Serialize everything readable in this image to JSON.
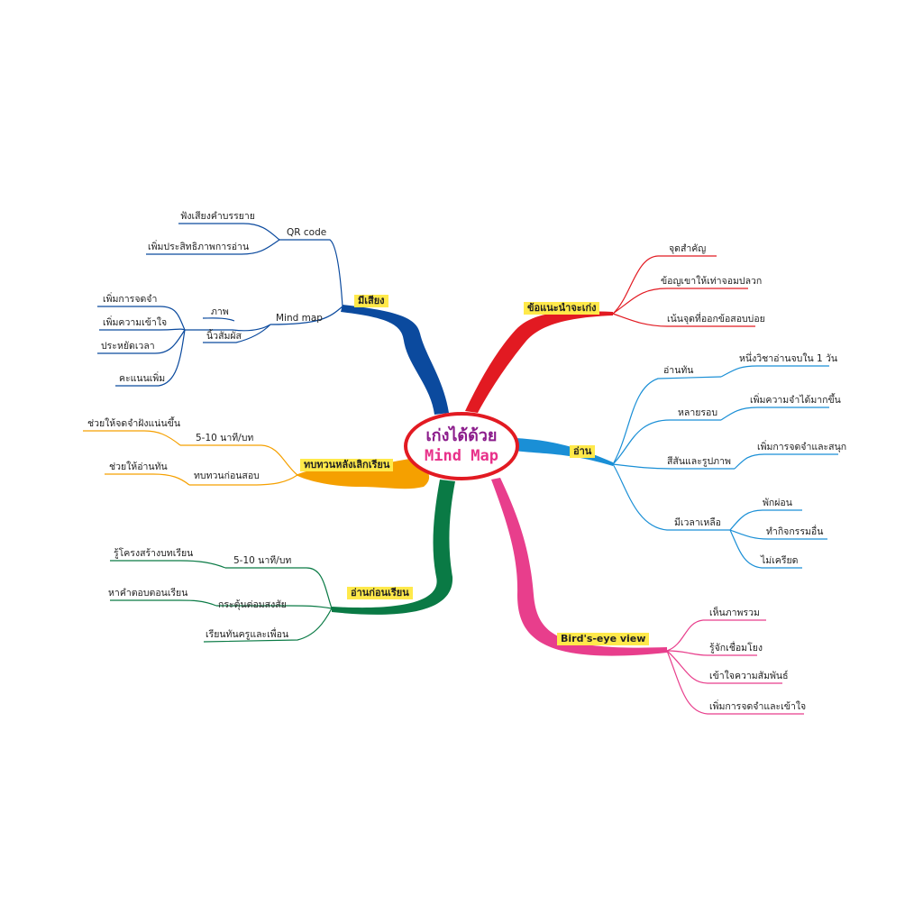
{
  "center": {
    "line1": "เก่งได้ด้วย",
    "line2": "Mind Map"
  },
  "colors": {
    "blue": "#0b4a9e",
    "red": "#e21a22",
    "lightblue": "#1a8fd6",
    "pink": "#e83e8c",
    "green": "#0a7a45",
    "orange": "#f5a000",
    "highlight": "#ffe94a"
  },
  "branches": {
    "blue": {
      "label": "มีเสียง",
      "qr": {
        "label": "QR code",
        "children": [
          "ฟังเสียงคำบรรยาย",
          "เพิ่มประสิทธิภาพการอ่าน"
        ]
      },
      "mindmap": {
        "label": "Mind map",
        "pic": {
          "label": "ภาพ"
        },
        "touch": {
          "label": "นิ้วสัมผัส"
        },
        "children": [
          "เพิ่มการจดจำ",
          "เพิ่มความเข้าใจ",
          "ประหยัดเวลา",
          "คะแนนเพิ่ม"
        ]
      }
    },
    "red": {
      "label": "ข้อแนะนำจะเก่ง",
      "children": [
        "จุดสำคัญ",
        "ข้อญเขาให้เท่าจอมปลวก",
        "เน้นจุดที่ออกข้อสอบบ่อย"
      ]
    },
    "lightblue": {
      "label": "อ่าน",
      "subs": [
        {
          "label": "อ่านทัน",
          "children": [
            "หนึ่งวิชาอ่านจบใน 1 วัน"
          ]
        },
        {
          "label": "หลายรอบ",
          "children": [
            "เพิ่มความจำได้มากขึ้น"
          ]
        },
        {
          "label": "สีสันและรูปภาพ",
          "children": [
            "เพิ่มการจดจำและสนุก"
          ]
        },
        {
          "label": "มีเวลาเหลือ",
          "children": [
            "พักผ่อน",
            "ทำกิจกรรมอื่น",
            "ไม่เครียด"
          ]
        }
      ]
    },
    "pink": {
      "label": "Bird's-eye view",
      "children": [
        "เห็นภาพรวม",
        "รู้จักเชื่อมโยง",
        "เข้าใจความสัมพันธ์",
        "เพิ่มการจดจำและเข้าใจ"
      ]
    },
    "green": {
      "label": "อ่านก่อนเรียน",
      "subs": [
        {
          "label": "5-10 นาที/บท",
          "children": [
            "รู้โครงสร้างบทเรียน"
          ]
        },
        {
          "label": "กระตุ้นต่อมสงสัย",
          "children": [
            "หาคำตอบตอนเรียน"
          ]
        },
        {
          "label": "เรียนทันครูและเพื่อน",
          "children": []
        }
      ]
    },
    "orange": {
      "label": "ทบทวนหลังเลิกเรียน",
      "subs": [
        {
          "label": "5-10 นาที/บท",
          "children": [
            "ช่วยให้จดจำฝังแน่นขึ้น"
          ]
        },
        {
          "label": "ทบทวนก่อนสอบ",
          "children": [
            "ช่วยให้อ่านทัน"
          ]
        }
      ]
    }
  }
}
